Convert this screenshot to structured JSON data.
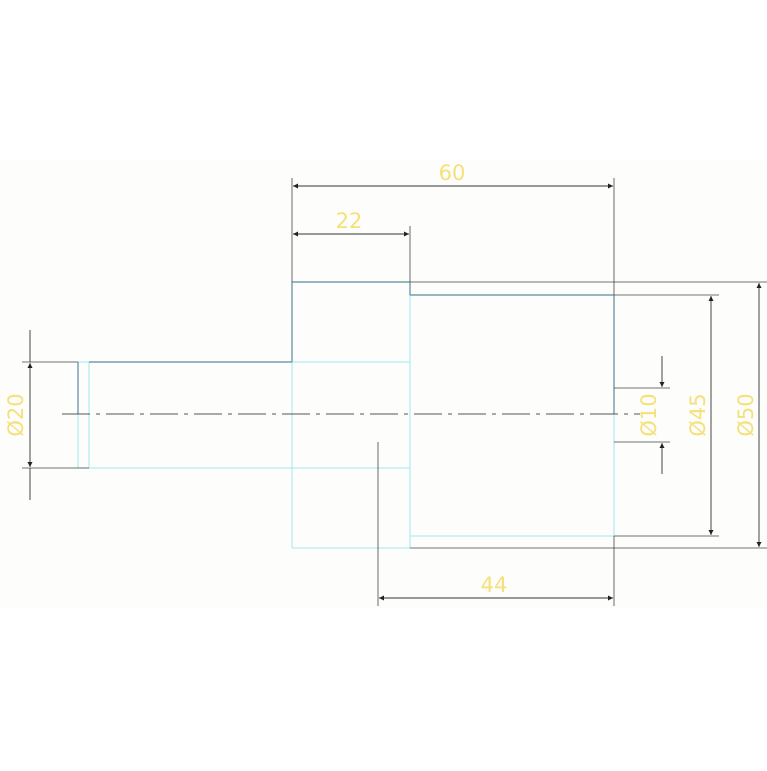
{
  "colors": {
    "background": "#ffffff",
    "canvas": "#fdfefb",
    "outline": "#5c8aa0",
    "hidden": "#9fe6f0",
    "dimension_line": "#333333",
    "dimension_text": "#f5e07a",
    "centerline": "#555555"
  },
  "dimensions": {
    "total_length": "60",
    "flange_length": "22",
    "shaft_length": "44",
    "small_diameter": "Ø20",
    "bore_diameter": "Ø10",
    "mid_diameter": "Ø45",
    "large_diameter": "Ø50"
  }
}
